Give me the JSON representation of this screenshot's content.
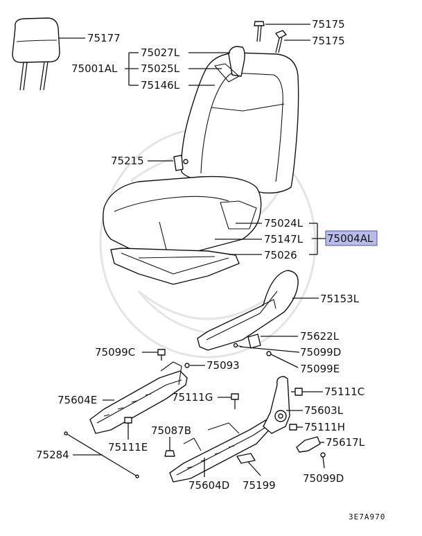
{
  "highlight_color": "#b9bce8",
  "labels": {
    "l75177": "75177",
    "l75175a": "75175",
    "l75175b": "75175",
    "l75027L": "75027L",
    "l75001AL": "75001AL",
    "l75025L": "75025L",
    "l75146L": "75146L",
    "l75215": "75215",
    "l75024L": "75024L",
    "l75147L": "75147L",
    "l75026": "75026",
    "l75004AL": "75004AL",
    "l75153L": "75153L",
    "l75622L": "75622L",
    "l75099D_a": "75099D",
    "l75099E": "75099E",
    "l75099C": "75099C",
    "l75093": "75093",
    "l75604E": "75604E",
    "l75111G": "75111G",
    "l75111C": "75111C",
    "l75603L": "75603L",
    "l75111H": "75111H",
    "l75087B": "75087B",
    "l75111E": "75111E",
    "l75617L": "75617L",
    "l75284": "75284",
    "l75099D_b": "75099D",
    "l75604D": "75604D",
    "l75199": "75199"
  },
  "diagram_code": "3E7A970"
}
